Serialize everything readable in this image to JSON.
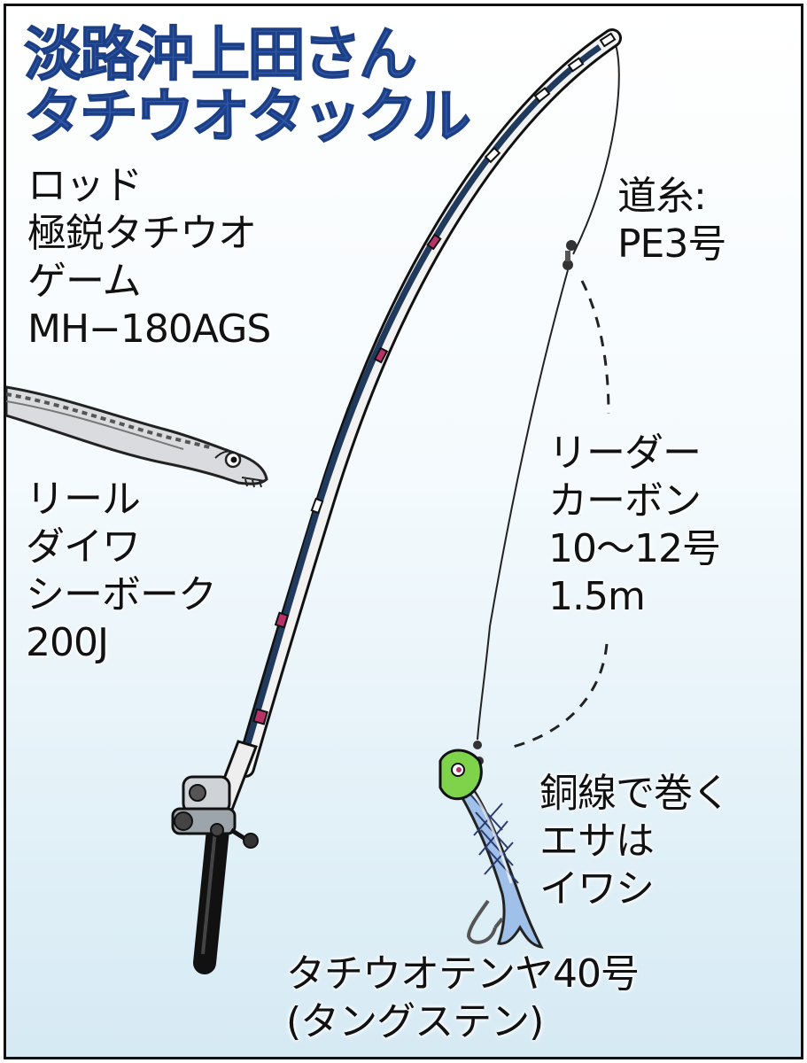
{
  "title": {
    "line1": "淡路沖上田さん",
    "line2": "タチウオタックル"
  },
  "rod": {
    "line1": "ロッド",
    "line2": "極鋭タチウオ",
    "line3": "ゲーム",
    "line4": "MH−180AGS"
  },
  "reel": {
    "line1": "リール",
    "line2": "ダイワ",
    "line3": "シーボーク",
    "line4": "200J"
  },
  "mainline": {
    "line1": "道糸:",
    "line2": "PE3号"
  },
  "leader": {
    "line1": "リーダー",
    "line2": "カーボン",
    "line3": "10〜12号",
    "line4": "1.5m"
  },
  "bait": {
    "line1": "銅線で巻く",
    "line2": "エサは",
    "line3": "イワシ"
  },
  "tenya": {
    "line1": "タチウオテンヤ40号",
    "line2": "(タングステン)"
  },
  "colors": {
    "title": "#2e57a8",
    "background_top": "#ffffff",
    "background_bottom": "#d6eaf4",
    "rod": "#1f3a5c",
    "guide_accent": "#b8326a",
    "jig_head": "#7fd34a"
  },
  "icons": [
    "fishing-rod-icon",
    "reel-icon",
    "cutlassfish-icon",
    "tenya-jig-icon",
    "hook-icon"
  ]
}
